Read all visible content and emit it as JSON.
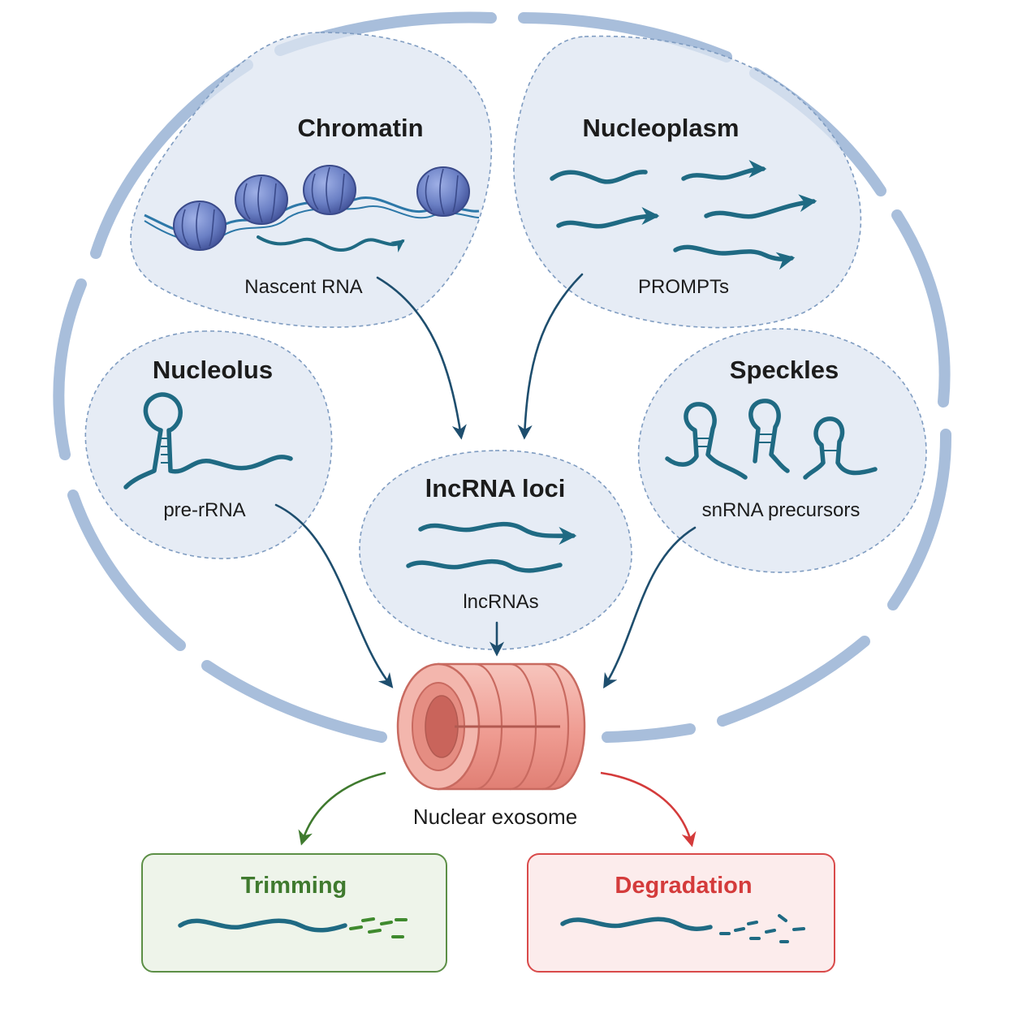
{
  "regions": {
    "chromatin": {
      "title": "Chromatin",
      "label": "Nascent RNA"
    },
    "nucleoplasm": {
      "title": "Nucleoplasm",
      "label": "PROMPTs"
    },
    "nucleolus": {
      "title": "Nucleolus",
      "label": "pre-rRNA"
    },
    "speckles": {
      "title": "Speckles",
      "label": "snRNA precursors"
    },
    "lncrna": {
      "title": "lncRNA loci",
      "label": "lncRNAs"
    }
  },
  "exosome": {
    "label": "Nuclear exosome"
  },
  "outcomes": {
    "trimming": {
      "label": "Trimming"
    },
    "degradation": {
      "label": "Degradation"
    }
  },
  "colors": {
    "rna": "#1f6a83",
    "arrow": "#1e4e6e",
    "trimming": "#3f7a2e",
    "degradation": "#d43b3b",
    "exosome": "#f1aaa0",
    "nucleosome": "#6a7fc4"
  }
}
